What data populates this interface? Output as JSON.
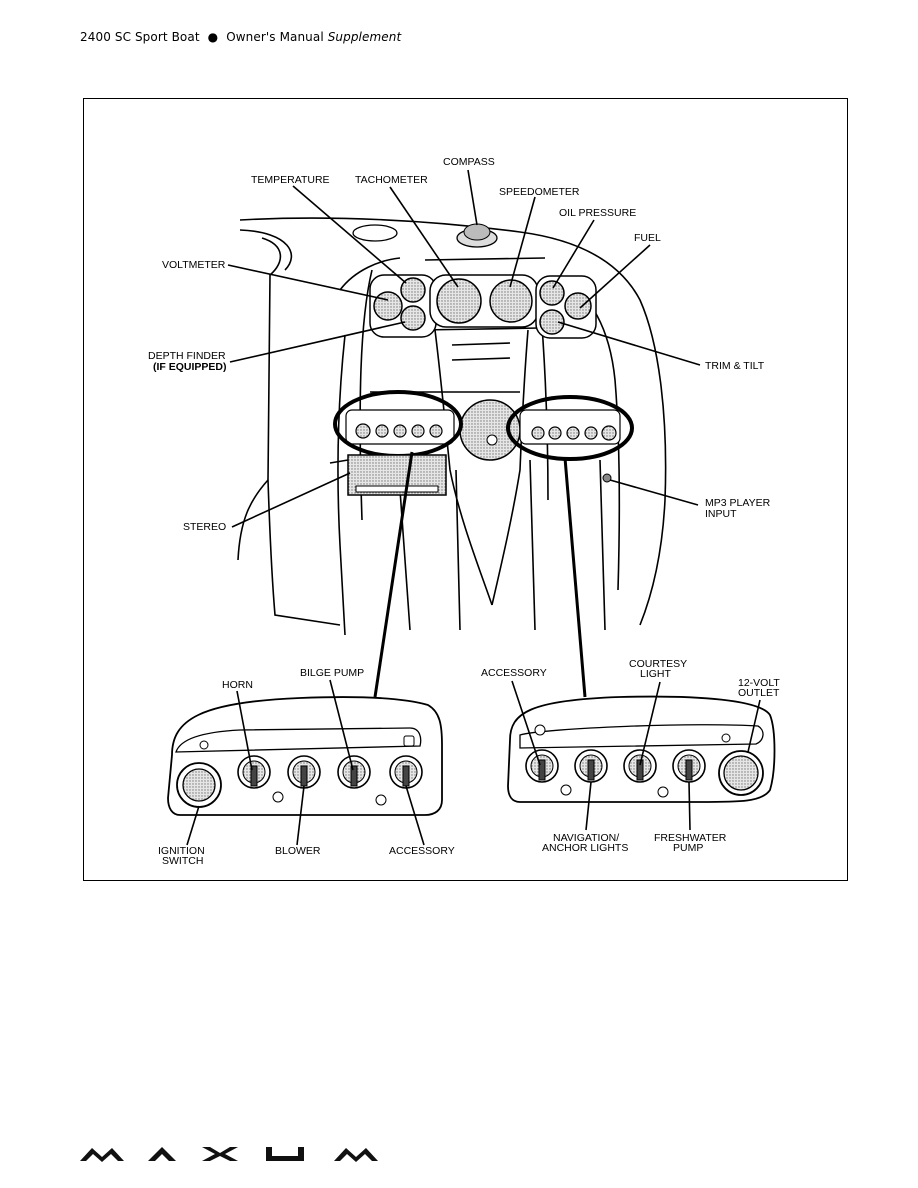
{
  "header": {
    "model": "2400 SC Sport Boat",
    "bullet": "●",
    "manual": "Owner's Manual",
    "supplement": "Supplement"
  },
  "labels": {
    "compass": "COMPASS",
    "temperature": "TEMPERATURE",
    "tachometer": "TACHOMETER",
    "speedometer": "SPEEDOMETER",
    "oil_pressure": "OIL PRESSURE",
    "fuel": "FUEL",
    "voltmeter": "VOLTMETER",
    "depth_finder": "DEPTH FINDER",
    "depth_finder_note": "(IF EQUIPPED)",
    "trim_tilt": "TRIM & TILT",
    "stereo": "STEREO",
    "mp3_1": "MP3 PLAYER",
    "mp3_2": "INPUT",
    "horn": "HORN",
    "bilge_pump": "BILGE PUMP",
    "accessory_left": "ACCESSORY",
    "accessory_right": "ACCESSORY",
    "courtesy_1": "COURTESY",
    "courtesy_2": "LIGHT",
    "outlet_1": "12-VOLT",
    "outlet_2": "OUTLET",
    "ignition_1": "IGNITION",
    "ignition_2": "SWITCH",
    "blower": "BLOWER",
    "nav_1": "NAVIGATION/",
    "nav_2": "ANCHOR LIGHTS",
    "fresh_1": "FRESHWATER",
    "fresh_2": "PUMP"
  },
  "logo": {
    "text": "MAXUM"
  }
}
